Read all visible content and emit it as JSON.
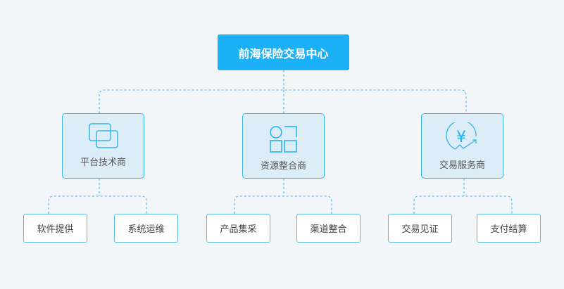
{
  "root": "前海保险交易中心",
  "branches": [
    {
      "label": "平台技术商",
      "icon": "overlapping-squares-icon",
      "children": [
        "软件提供",
        "系统运维"
      ]
    },
    {
      "label": "资源整合商",
      "icon": "grid-icon",
      "children": [
        "产品集采",
        "渠道整合"
      ]
    },
    {
      "label": "交易服务商",
      "icon": "yen-growth-icon",
      "children": [
        "交易见证",
        "支付结算"
      ]
    }
  ],
  "colors": {
    "accent": "#1cb0f6",
    "line": "#36b3ec"
  }
}
